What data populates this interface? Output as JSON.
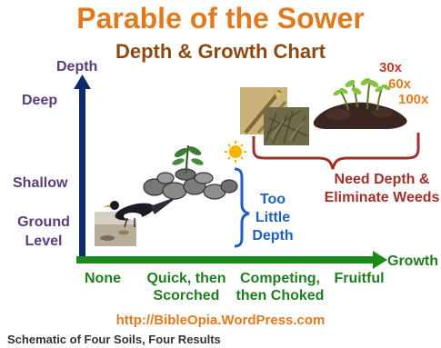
{
  "title": "Parable of the Sower",
  "subtitle": "Depth & Growth Chart",
  "y_axis": {
    "title": "Depth",
    "levels": [
      "Deep",
      "Shallow",
      "Ground Level"
    ]
  },
  "x_axis": {
    "title": "Growth",
    "categories": [
      "None",
      "Quick, then Scorched",
      "Competing, then Choked",
      "Fruitful"
    ]
  },
  "yields": [
    "30x",
    "60x",
    "100x"
  ],
  "annotations": {
    "too_little_depth": "Too Little Depth",
    "need_depth": "Need Depth & Eliminate Weeds"
  },
  "url": "http://BibleOpia.WordPress.com",
  "caption": "Schematic of Four Soils, Four Results",
  "colors": {
    "title": "#e07a1e",
    "subtitle": "#8a4a16",
    "axis_y": "#0d2a6b",
    "axis_x": "#1a8a1a",
    "ylabel": "#5a3d7a",
    "xcat": "#1e7d1e",
    "annot_blue": "#1f5fbf",
    "annot_red": "#a0302a",
    "caption": "#333333"
  },
  "icons": [
    "bird-icon",
    "rocks-icon",
    "sun-icon",
    "thorns-photo",
    "fruitful-plants-icon"
  ]
}
